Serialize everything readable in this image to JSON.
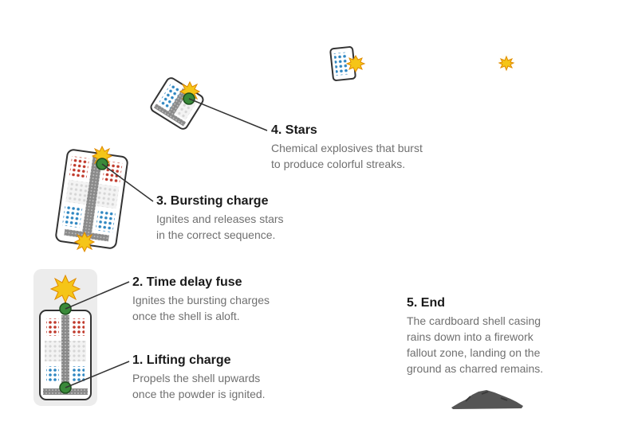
{
  "stages": [
    {
      "title": "1. Lifting charge",
      "desc": [
        "Propels the shell upwards",
        "once the powder is ignited."
      ]
    },
    {
      "title": "2. Time delay fuse",
      "desc": [
        "Ignites the bursting charges",
        "once the shell is aloft."
      ]
    },
    {
      "title": "3. Bursting charge",
      "desc": [
        "Ignites and releases stars",
        "in the correct sequence."
      ]
    },
    {
      "title": "4. Stars",
      "desc": [
        "Chemical explosives that burst",
        "to produce colorful streaks."
      ]
    },
    {
      "title": "5. End",
      "desc": [
        "The cardboard shell casing",
        "rains down into a firework",
        "fallout zone, landing on the",
        "ground as charred remains."
      ]
    }
  ],
  "colors": {
    "callout_dot": "#3a8a3a",
    "star_red": "#c0392b",
    "star_blue": "#2e86c1",
    "spark": "#f5c518",
    "casing_outline": "#333333",
    "charred_remains": "#555555"
  }
}
